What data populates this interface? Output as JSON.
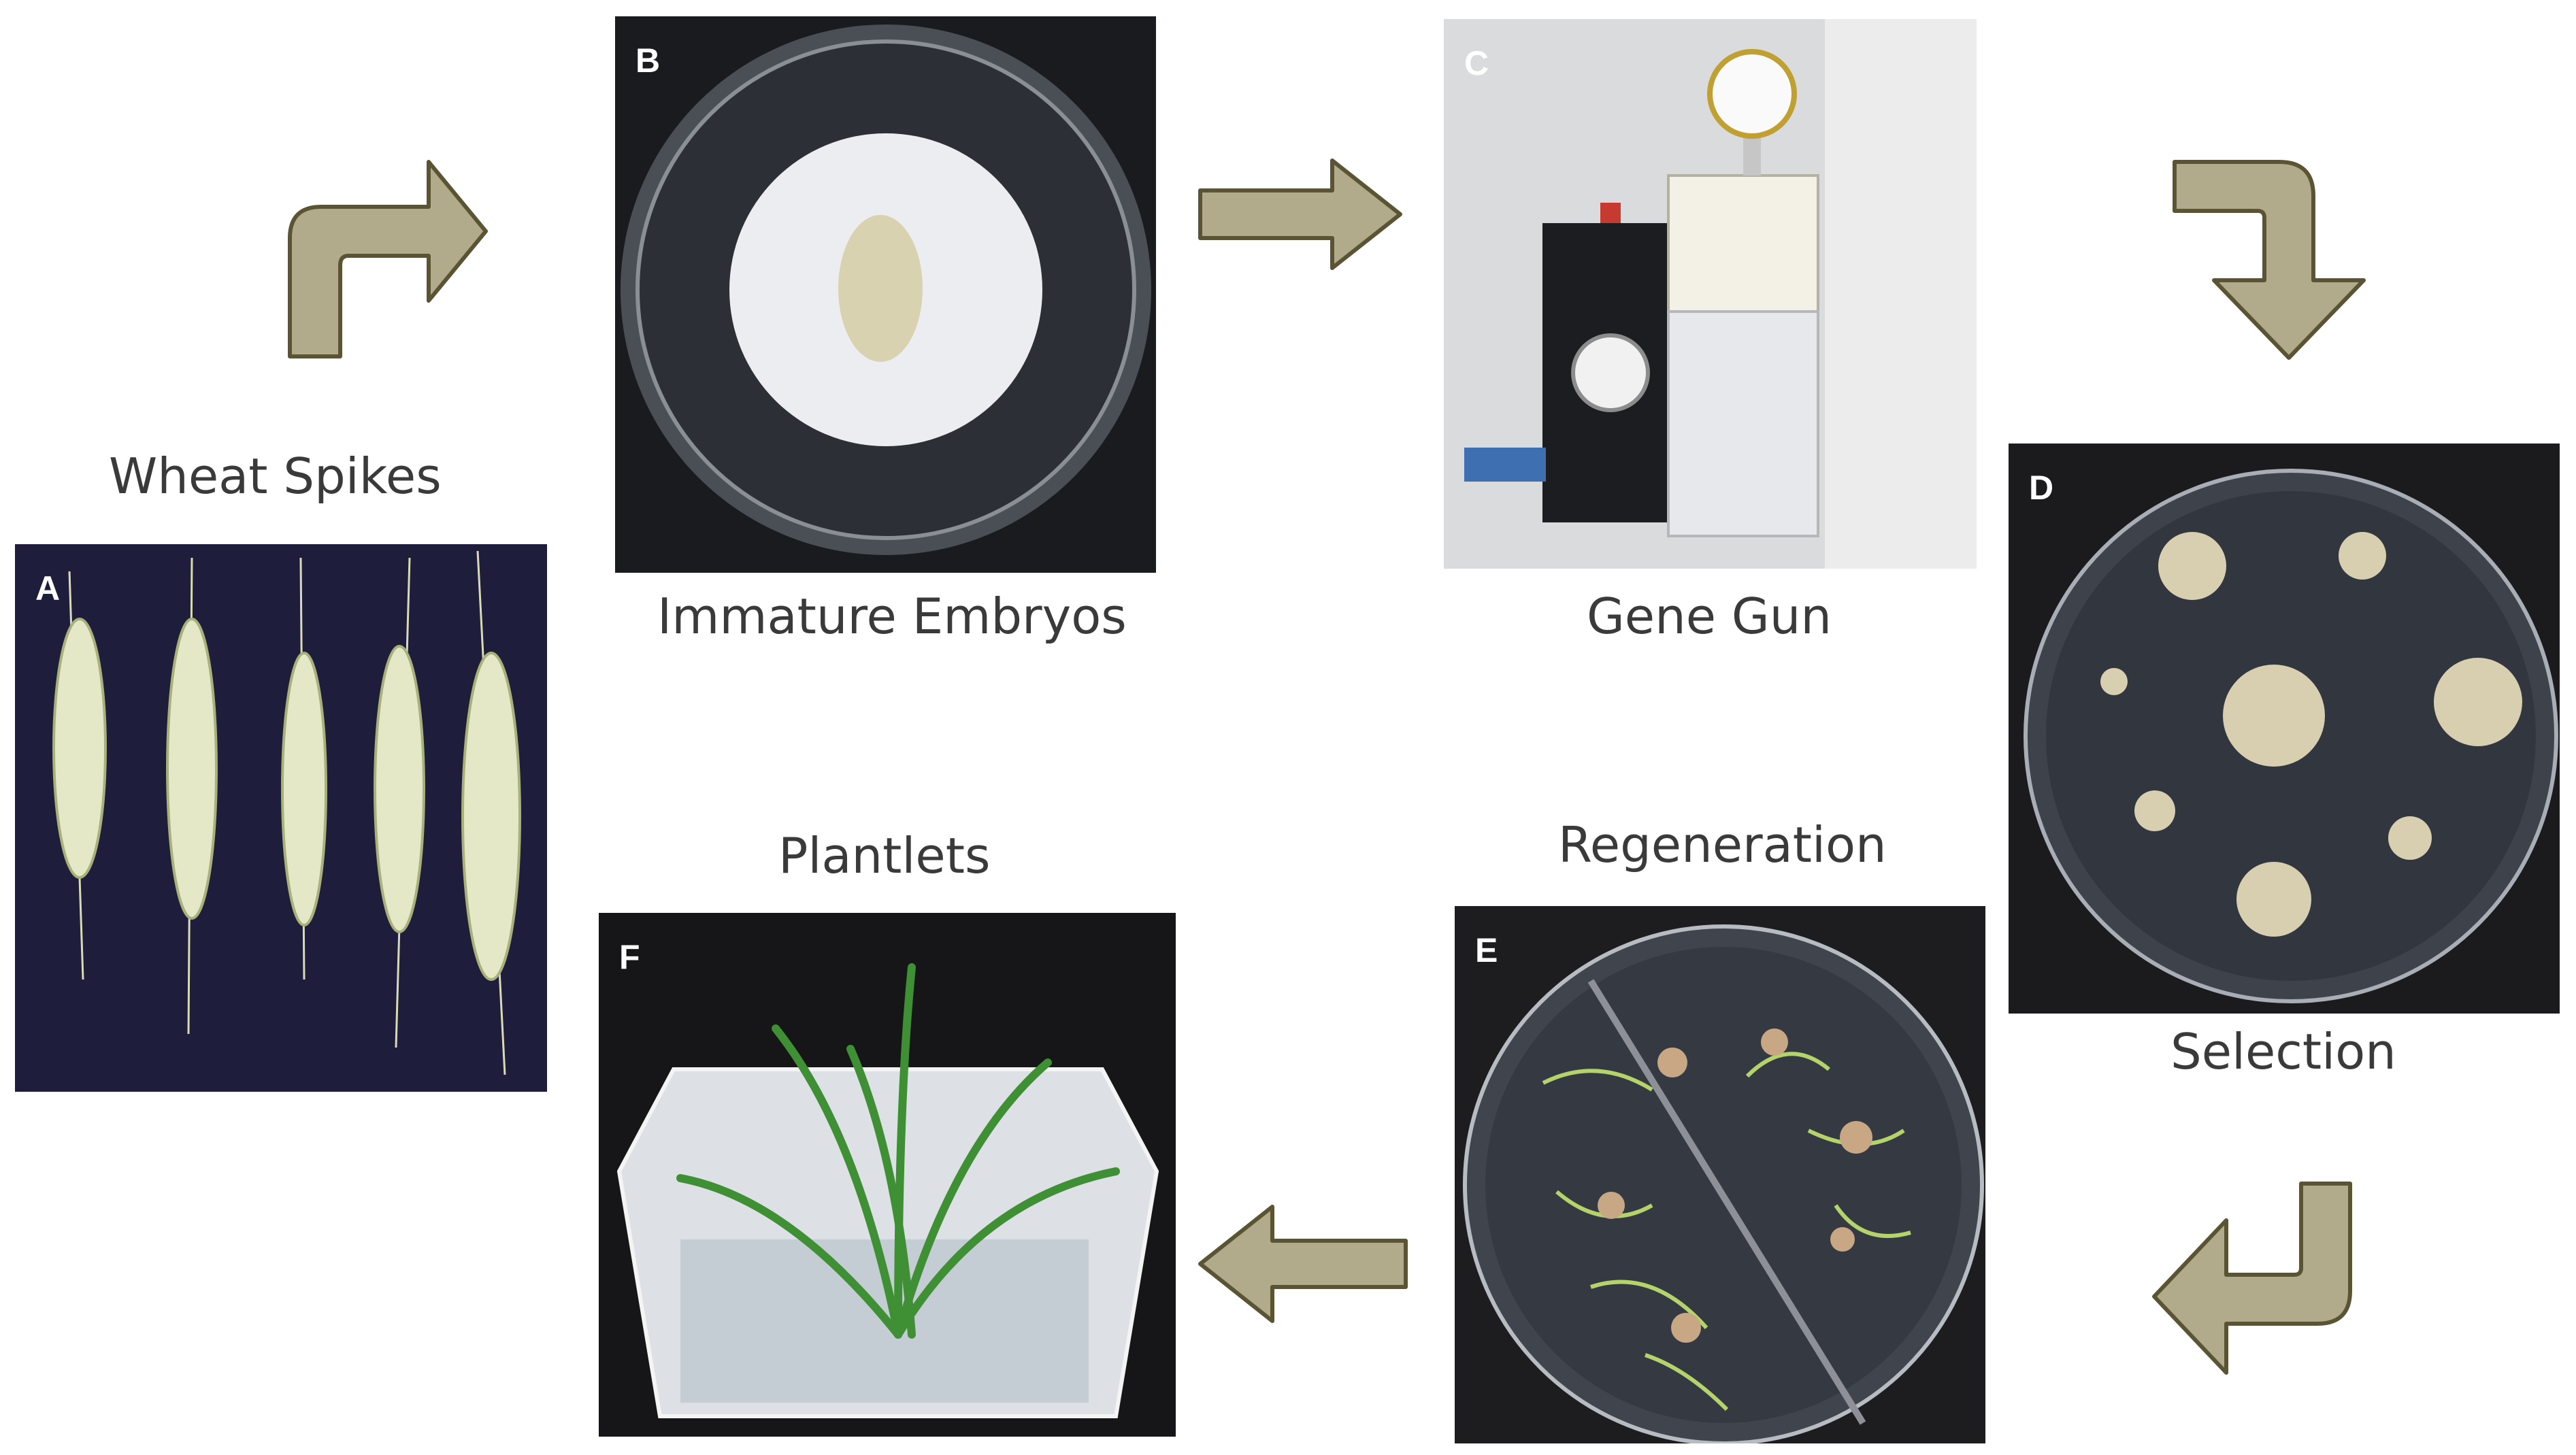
{
  "colors": {
    "arrow_fill": "#b1ab8b",
    "arrow_stroke": "#5b5434",
    "caption": "#3a3a3a",
    "panel_letter": "#ffffff"
  },
  "panels": [
    {
      "id": "A",
      "letter": "A",
      "caption": "Wheat Spikes"
    },
    {
      "id": "B",
      "letter": "B",
      "caption": "Immature Embryos"
    },
    {
      "id": "C",
      "letter": "C",
      "caption": "Gene Gun"
    },
    {
      "id": "D",
      "letter": "D",
      "caption": "Selection"
    },
    {
      "id": "E",
      "letter": "E",
      "caption": "Regeneration"
    },
    {
      "id": "F",
      "letter": "F",
      "caption": "Plantlets"
    }
  ],
  "flow": [
    {
      "from": "A",
      "to": "B",
      "shape": "bent-up-right"
    },
    {
      "from": "B",
      "to": "C",
      "shape": "straight-right"
    },
    {
      "from": "C",
      "to": "D",
      "shape": "bent-right-down"
    },
    {
      "from": "D",
      "to": "E",
      "shape": "bent-down-left"
    },
    {
      "from": "E",
      "to": "F",
      "shape": "straight-left"
    }
  ]
}
